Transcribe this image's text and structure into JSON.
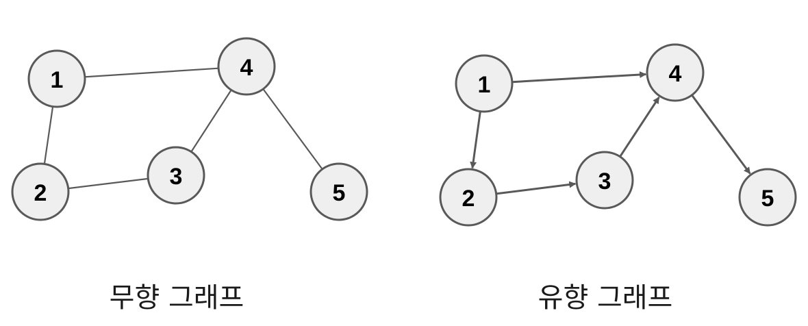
{
  "colors": {
    "node_fill": "#efefef",
    "node_stroke": "#595959",
    "edge": "#595959",
    "text": "#000000"
  },
  "graphs": [
    {
      "caption": "무향 그래프",
      "directed": false,
      "nodes": [
        {
          "id": "1",
          "label": "1"
        },
        {
          "id": "2",
          "label": "2"
        },
        {
          "id": "3",
          "label": "3"
        },
        {
          "id": "4",
          "label": "4"
        },
        {
          "id": "5",
          "label": "5"
        }
      ],
      "edges": [
        {
          "from": "1",
          "to": "4"
        },
        {
          "from": "1",
          "to": "2"
        },
        {
          "from": "2",
          "to": "3"
        },
        {
          "from": "3",
          "to": "4"
        },
        {
          "from": "4",
          "to": "5"
        }
      ]
    },
    {
      "caption": "유향 그래프",
      "directed": true,
      "nodes": [
        {
          "id": "1",
          "label": "1"
        },
        {
          "id": "2",
          "label": "2"
        },
        {
          "id": "3",
          "label": "3"
        },
        {
          "id": "4",
          "label": "4"
        },
        {
          "id": "5",
          "label": "5"
        }
      ],
      "edges": [
        {
          "from": "1",
          "to": "4"
        },
        {
          "from": "1",
          "to": "2"
        },
        {
          "from": "2",
          "to": "3"
        },
        {
          "from": "3",
          "to": "4"
        },
        {
          "from": "4",
          "to": "5"
        }
      ]
    }
  ]
}
